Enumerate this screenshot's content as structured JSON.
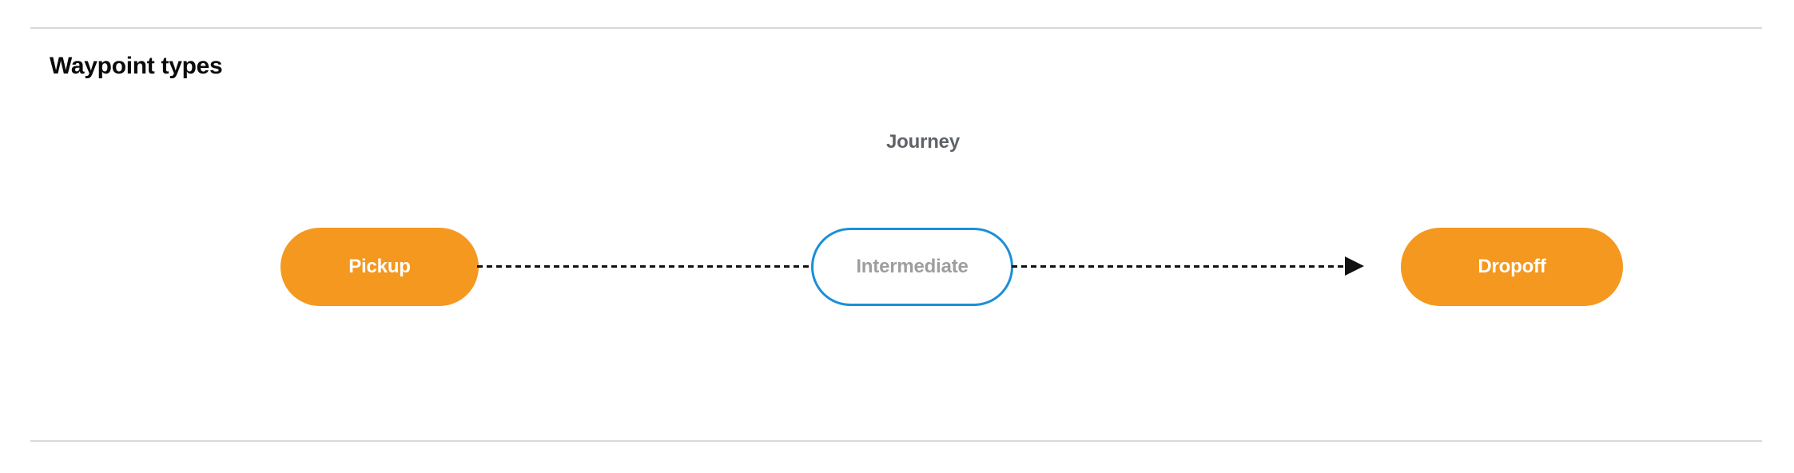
{
  "section": {
    "title": "Waypoint types"
  },
  "diagram": {
    "group_label": "Journey",
    "nodes": [
      {
        "id": "pickup",
        "label": "Pickup",
        "style": "filled",
        "fill_color": "#f5981f",
        "text_color": "#ffffff"
      },
      {
        "id": "intermediate",
        "label": "Intermediate",
        "style": "outlined",
        "fill_color": "#ffffff",
        "border_color": "#1a8fd8",
        "text_color": "#9e9e9e"
      },
      {
        "id": "dropoff",
        "label": "Dropoff",
        "style": "filled",
        "fill_color": "#f5981f",
        "text_color": "#ffffff"
      }
    ],
    "connectors": [
      {
        "id": "pickup-to-intermediate",
        "from": "pickup",
        "to": "intermediate",
        "line_style": "dashed",
        "color": "#111111",
        "arrow": false
      },
      {
        "id": "intermediate-to-dropoff",
        "from": "intermediate",
        "to": "dropoff",
        "line_style": "dashed",
        "color": "#111111",
        "arrow": true
      }
    ]
  },
  "theme": {
    "background": "#ffffff",
    "divider_color": "#d9d9d9",
    "title_color": "#0b0b0b",
    "label_color": "#5f6368",
    "accent_orange": "#f5981f",
    "accent_blue": "#1a8fd8"
  }
}
